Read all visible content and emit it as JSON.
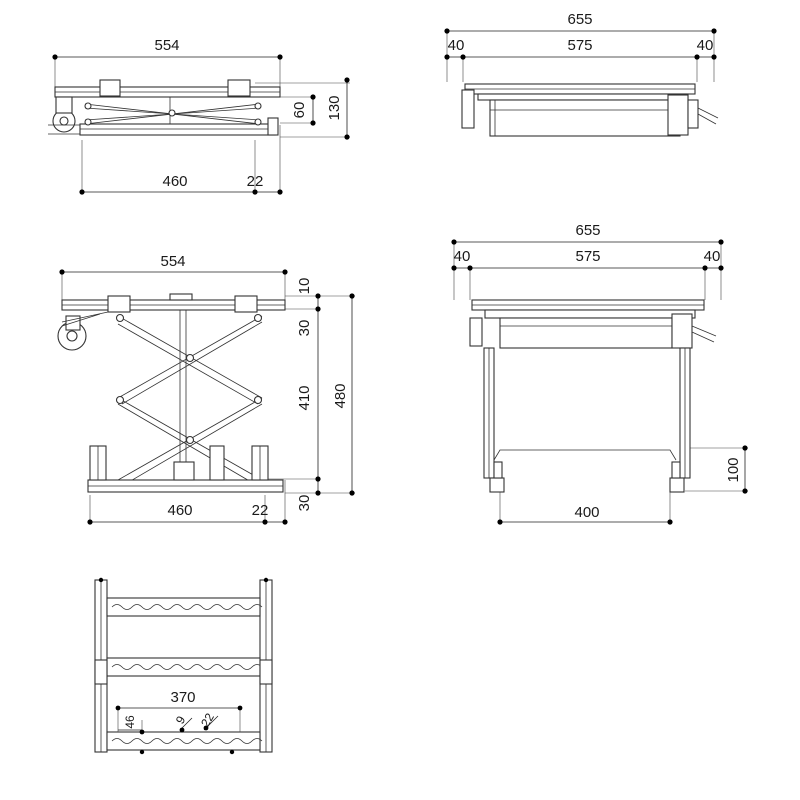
{
  "drawing": {
    "colors": {
      "line": "#333333",
      "dim": "#222222",
      "background": "#ffffff"
    },
    "views": {
      "top_left": {
        "overall_width": "554",
        "lower_length": "460",
        "offset": "22",
        "height_inner": "60",
        "height_total": "130"
      },
      "top_right": {
        "overall_width": "655",
        "left_margin": "40",
        "center_width": "575",
        "right_margin": "40"
      },
      "mid_left": {
        "overall_width": "554",
        "lower_length": "460",
        "offset": "22",
        "top_thickness": "10",
        "upper_gap": "30",
        "scissor_height": "410",
        "lower_gap": "30",
        "overall_height": "480"
      },
      "mid_right": {
        "overall_width": "655",
        "left_margin": "40",
        "center_width": "575",
        "right_margin": "40",
        "base_width": "400",
        "base_height": "100"
      },
      "bottom": {
        "hole_span": "370",
        "edge_offset": "46",
        "hole_a": "9",
        "hole_b": "22"
      }
    }
  }
}
